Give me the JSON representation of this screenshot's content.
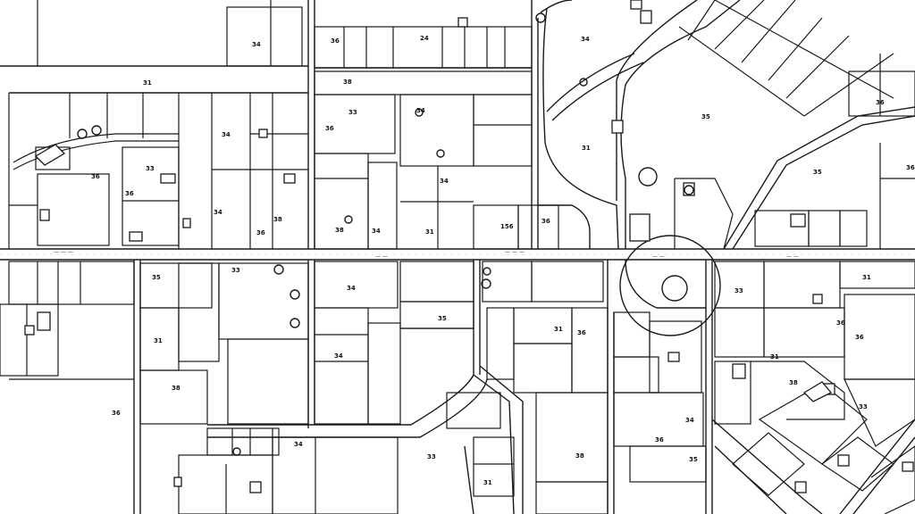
{
  "map": {
    "colors": {
      "background": "#ffffff",
      "line": "#1a1a1a",
      "label": "#111111"
    },
    "parcel_labels": [
      "34",
      "31",
      "36",
      "24",
      "34",
      "38",
      "33",
      "36",
      "34",
      "35",
      "31",
      "34",
      "36",
      "33",
      "36",
      "34",
      "36",
      "38",
      "34",
      "38",
      "34",
      "31",
      "156",
      "36",
      "35",
      "36",
      "35",
      "33",
      "34",
      "35",
      "31",
      "34",
      "38",
      "36",
      "31",
      "36",
      "34",
      "33",
      "31",
      "38",
      "36",
      "34",
      "33",
      "31",
      "36",
      "36",
      "31",
      "38",
      "33",
      "35",
      "36"
    ]
  }
}
